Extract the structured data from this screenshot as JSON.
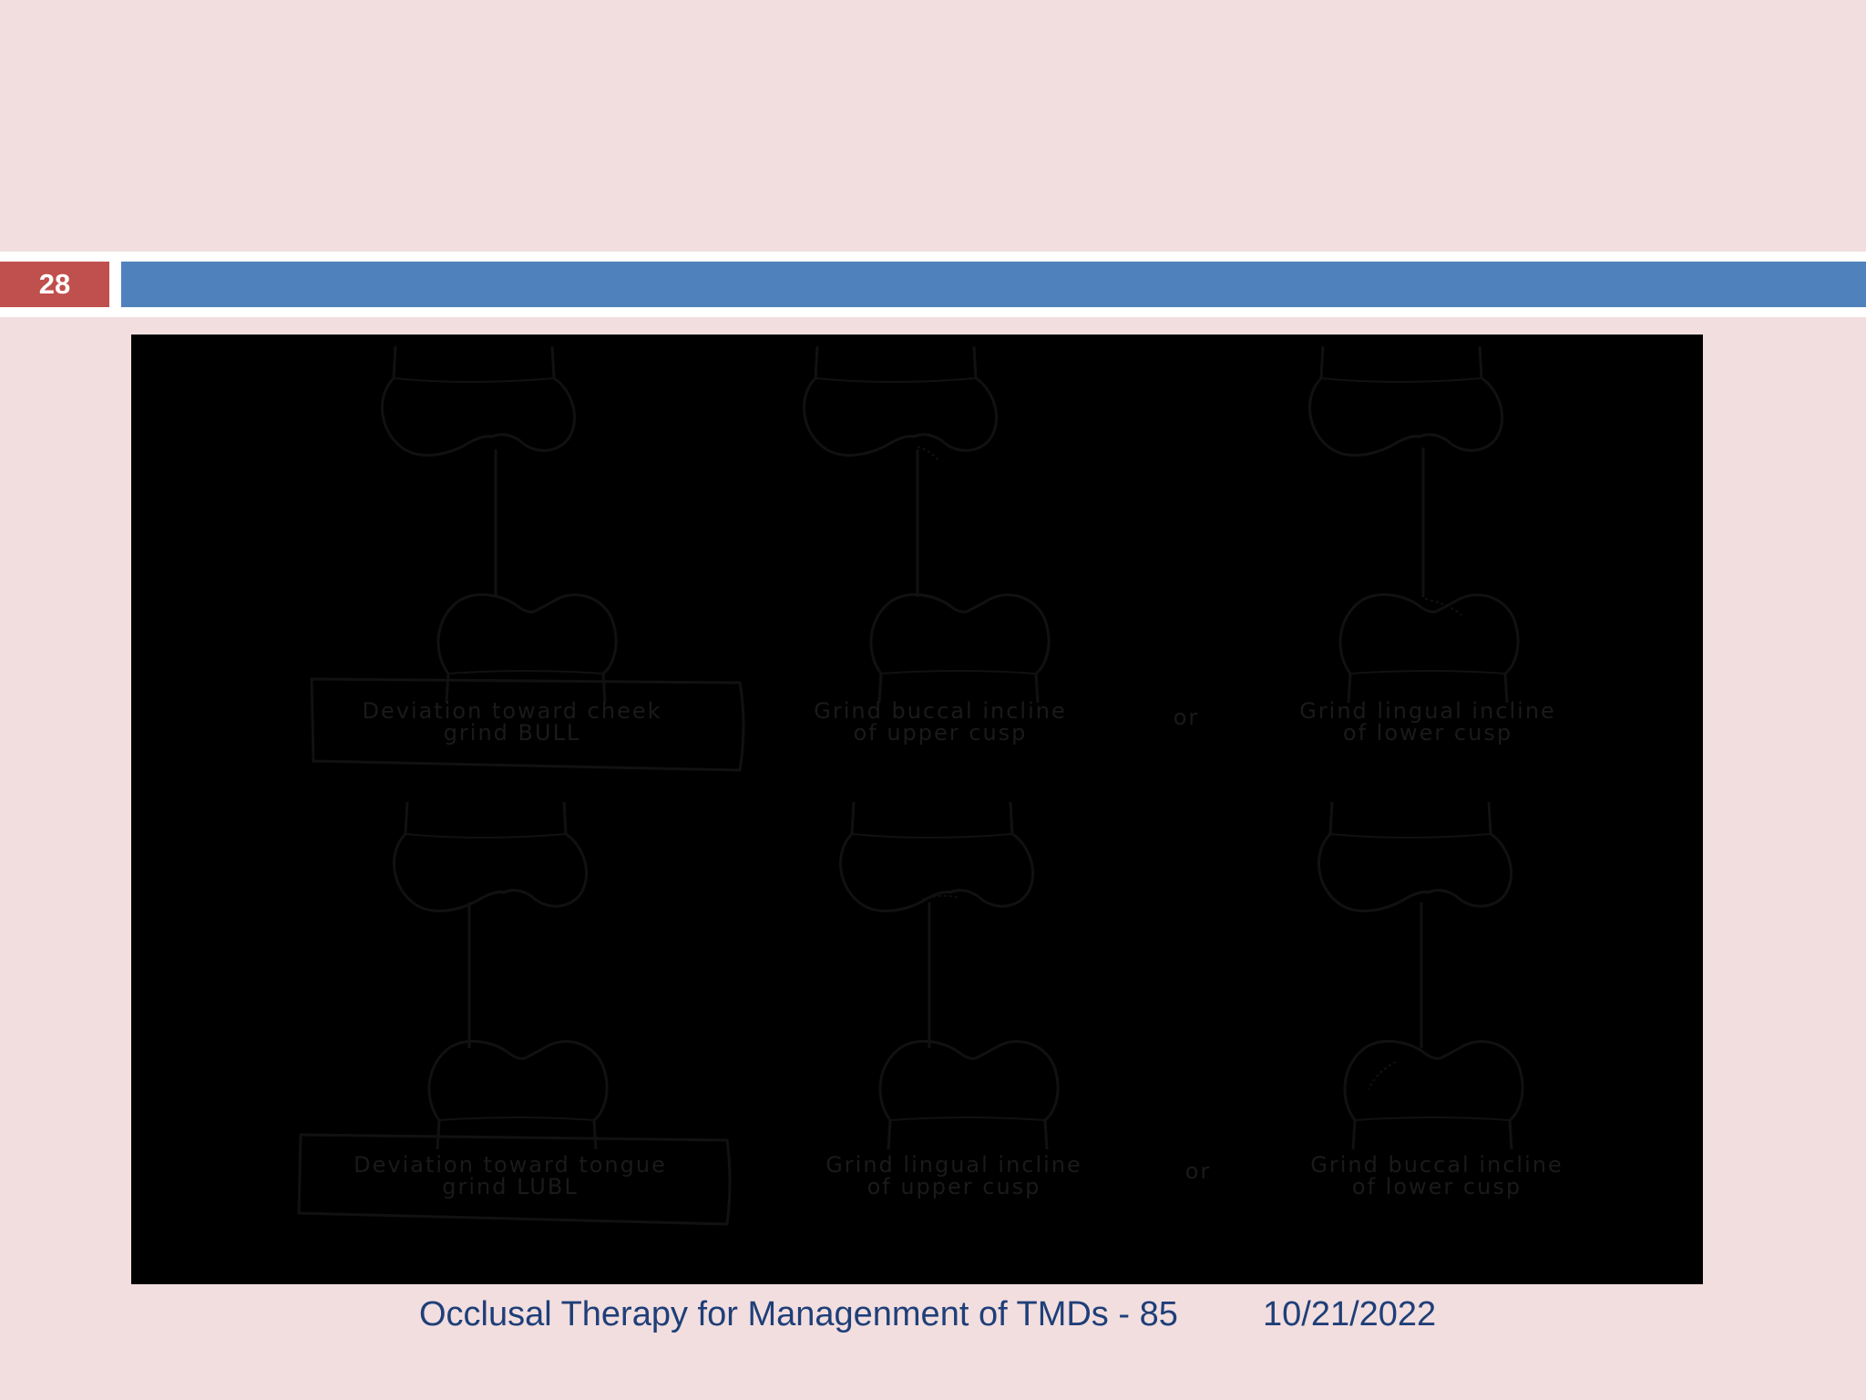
{
  "slide": {
    "number": "28"
  },
  "figure": {
    "rows": [
      {
        "deviation_line1": "Deviation toward cheek",
        "deviation_line2": "grind BULL",
        "option1_line1": "Grind buccal incline",
        "option1_line2": "of upper cusp",
        "or": "or",
        "option2_line1": "Grind lingual incline",
        "option2_line2": "of lower cusp"
      },
      {
        "deviation_line1": "Deviation toward tongue",
        "deviation_line2": "grind LUBL",
        "option1_line1": "Grind lingual incline",
        "option1_line2": "of upper cusp",
        "or": "or",
        "option2_line1": "Grind buccal incline",
        "option2_line2": "of lower cusp"
      }
    ]
  },
  "footer": {
    "title": "Occlusal Therapy for Managenment of TMDs - 85",
    "date": "10/21/2022"
  }
}
